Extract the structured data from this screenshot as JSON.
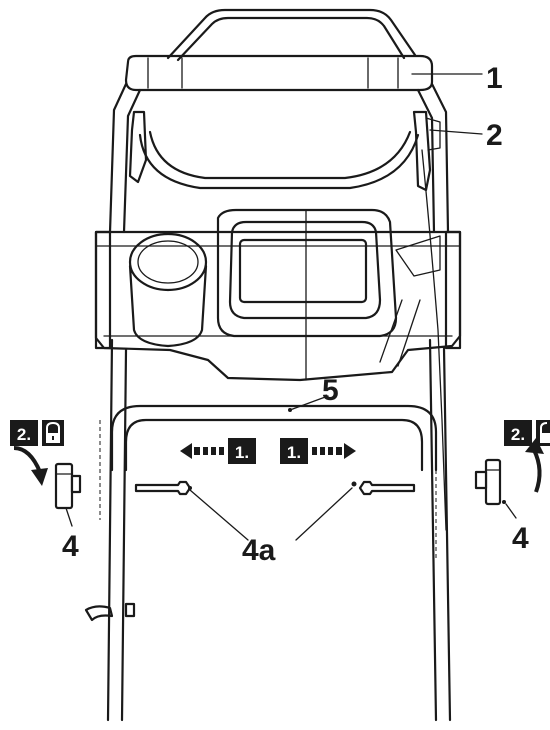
{
  "callouts": {
    "c1": "1",
    "c2": "2",
    "c5": "5",
    "c4_left": "4",
    "c4_right": "4",
    "c4a": "4a"
  },
  "steps": {
    "step1_left": "1.",
    "step1_right": "1.",
    "step2_left": "2.",
    "step2_right": "2."
  },
  "icons": {
    "lock_left": "padlock-icon",
    "lock_right": "padlock-icon",
    "arrow_left": "dashed-arrow-left-icon",
    "arrow_right": "dashed-arrow-right-icon",
    "rotate_left": "curved-arrow-down-icon",
    "rotate_right": "curved-arrow-up-icon"
  },
  "colors": {
    "line": "#1a1a1a",
    "badge": "#1a1a1a",
    "background": "#ffffff"
  }
}
